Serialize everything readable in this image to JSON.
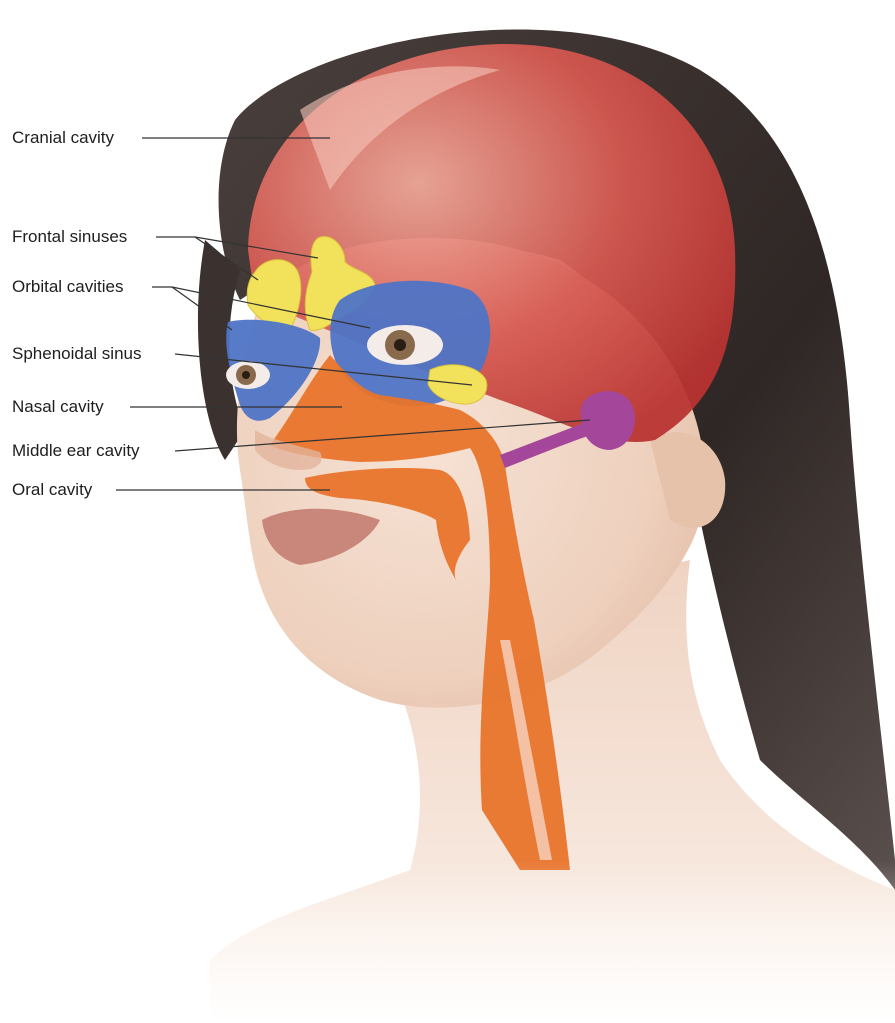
{
  "labels": {
    "cranial": "Cranial cavity",
    "frontal": "Frontal sinuses",
    "orbital": "Orbital cavities",
    "sphenoidal": "Sphenoidal sinus",
    "nasal": "Nasal cavity",
    "middle_ear": "Middle ear cavity",
    "oral": "Oral cavity"
  },
  "colors": {
    "cranial": "#c9413f",
    "sinus": "#f2e15a",
    "orbital": "#4f74c6",
    "nasal_oral": "#e8742b",
    "middle_ear": "#a4479a",
    "skin": "#f2d6c4",
    "hair": "#3c3330",
    "leader_line": "#333333"
  }
}
